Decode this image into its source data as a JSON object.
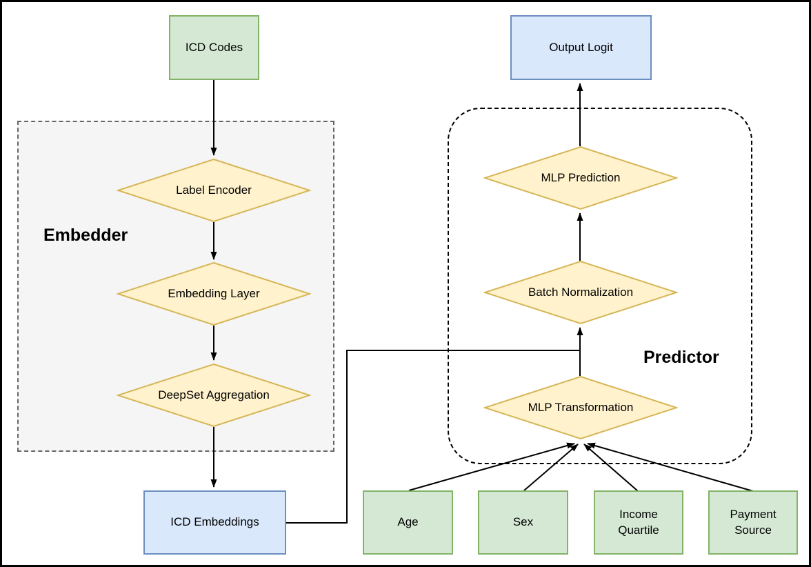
{
  "groups": {
    "embedder": {
      "label": "Embedder"
    },
    "predictor": {
      "label": "Predictor"
    }
  },
  "nodes": {
    "icd_codes": {
      "label": "ICD Codes",
      "shape": "rectangle",
      "color": "green"
    },
    "label_encoder": {
      "label": "Label Encoder",
      "shape": "diamond",
      "color": "yellow"
    },
    "embedding_layer": {
      "label": "Embedding Layer",
      "shape": "diamond",
      "color": "yellow"
    },
    "deepset_aggregation": {
      "label": "DeepSet Aggregation",
      "shape": "diamond",
      "color": "yellow"
    },
    "icd_embeddings": {
      "label": "ICD Embeddings",
      "shape": "rectangle",
      "color": "blue"
    },
    "output_logit": {
      "label": "Output Logit",
      "shape": "rectangle",
      "color": "blue"
    },
    "mlp_prediction": {
      "label": "MLP Prediction",
      "shape": "diamond",
      "color": "yellow"
    },
    "batch_normalization": {
      "label": "Batch Normalization",
      "shape": "diamond",
      "color": "yellow"
    },
    "mlp_transformation": {
      "label": "MLP Transformation",
      "shape": "diamond",
      "color": "yellow"
    },
    "age": {
      "label": "Age",
      "shape": "rectangle",
      "color": "green"
    },
    "sex": {
      "label": "Sex",
      "shape": "rectangle",
      "color": "green"
    },
    "income_quartile": {
      "label": "Income Quartile",
      "shape": "rectangle",
      "color": "green"
    },
    "payment_source": {
      "label": "Payment Source",
      "shape": "rectangle",
      "color": "green"
    }
  },
  "edges": [
    {
      "from": "icd_codes",
      "to": "label_encoder"
    },
    {
      "from": "label_encoder",
      "to": "embedding_layer"
    },
    {
      "from": "embedding_layer",
      "to": "deepset_aggregation"
    },
    {
      "from": "deepset_aggregation",
      "to": "icd_embeddings"
    },
    {
      "from": "icd_embeddings",
      "to": "batch_normalization"
    },
    {
      "from": "mlp_transformation",
      "to": "batch_normalization"
    },
    {
      "from": "batch_normalization",
      "to": "mlp_prediction"
    },
    {
      "from": "mlp_prediction",
      "to": "output_logit"
    },
    {
      "from": "age",
      "to": "mlp_transformation"
    },
    {
      "from": "sex",
      "to": "mlp_transformation"
    },
    {
      "from": "income_quartile",
      "to": "mlp_transformation"
    },
    {
      "from": "payment_source",
      "to": "mlp_transformation"
    }
  ],
  "colors": {
    "green_fill": "#d5e8d4",
    "green_stroke": "#82b366",
    "blue_fill": "#dae8fc",
    "blue_stroke": "#6c8ebf",
    "diamond_fill": "#fff2cc",
    "diamond_stroke": "#d6b656",
    "embedder_region_fill": "#f5f5f5",
    "embedder_region_stroke": "#666666",
    "predictor_region_stroke": "#000000",
    "edge_color": "#000000",
    "text_color": "#000000"
  }
}
